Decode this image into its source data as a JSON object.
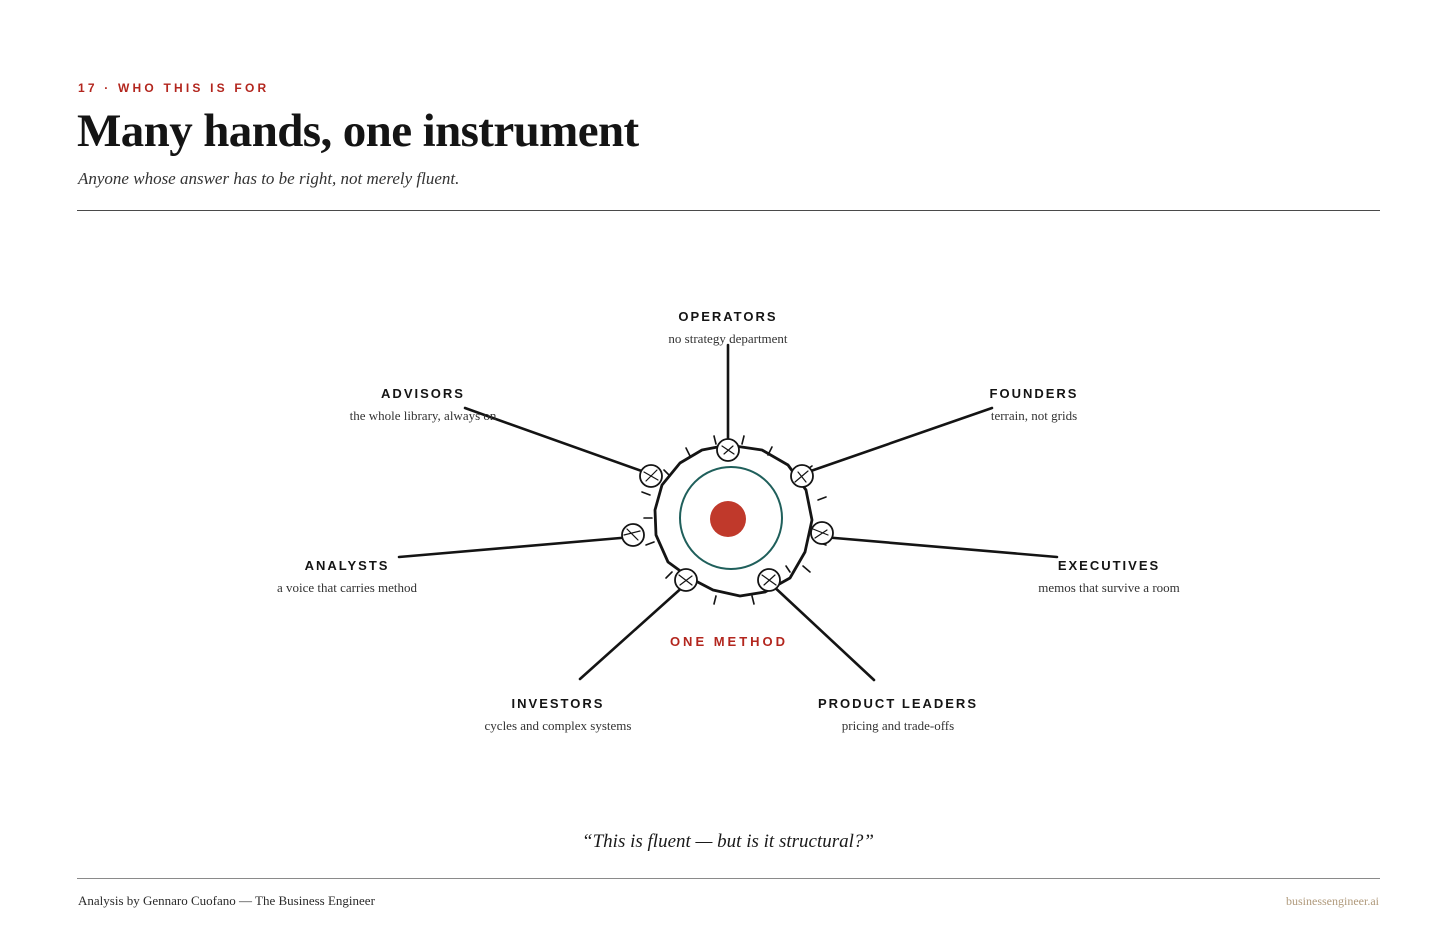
{
  "header": {
    "eyebrow": "17 · WHO THIS IS FOR",
    "title": "Many hands, one instrument",
    "subtitle": "Anyone whose answer has to be right, not merely fluent."
  },
  "diagram": {
    "center_label": "ONE METHOD",
    "nodes": [
      {
        "id": "operators",
        "label": "OPERATORS",
        "desc": "no strategy department"
      },
      {
        "id": "founders",
        "label": "FOUNDERS",
        "desc": "terrain, not grids"
      },
      {
        "id": "executives",
        "label": "EXECUTIVES",
        "desc": "memos that survive a room"
      },
      {
        "id": "product-leaders",
        "label": "PRODUCT LEADERS",
        "desc": "pricing and trade-offs"
      },
      {
        "id": "investors",
        "label": "INVESTORS",
        "desc": "cycles and complex systems"
      },
      {
        "id": "analysts",
        "label": "ANALYSTS",
        "desc": "a voice that carries method"
      },
      {
        "id": "advisors",
        "label": "ADVISORS",
        "desc": "the whole library, always on"
      }
    ],
    "colors": {
      "accent": "#b3261e",
      "inner_ring": "#1f5f5b",
      "ink": "#141414"
    }
  },
  "quote": "“This is fluent — but is it structural?”",
  "footer": {
    "credit": "Analysis by Gennaro Cuofano — The Business Engineer",
    "site": "businessengineer.ai"
  }
}
